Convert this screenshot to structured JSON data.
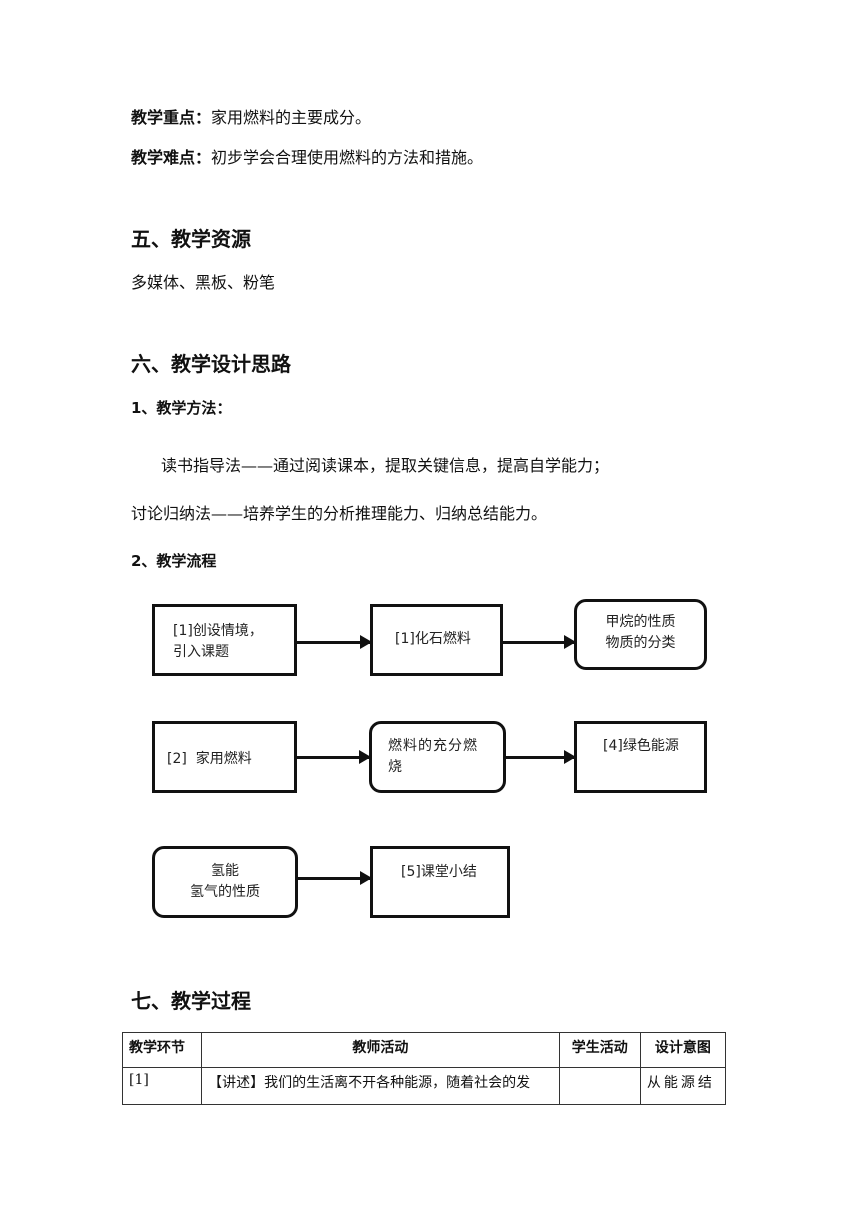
{
  "key_points": {
    "label": "教学重点：",
    "text": "家用燃料的主要成分。"
  },
  "difficult_points": {
    "label": "教学难点：",
    "text": "初步学会合理使用燃料的方法和措施。"
  },
  "section5": {
    "title": "五、教学资源",
    "text": "多媒体、黑板、粉笔"
  },
  "section6": {
    "title": "六、教学设计思路",
    "methods_heading": "1、教学方法：",
    "method1": "读书指导法——通过阅读课本，提取关键信息，提高自学能力；",
    "method2": "讨论归纳法——培养学生的分析推理能力、归纳总结能力。",
    "flow_heading": "2、教学流程"
  },
  "flow": {
    "b1_l1": "[1]创设情境，",
    "b1_l2": "引入课题",
    "b2": "[1]化石燃料",
    "b3_l1": "甲烷的性质",
    "b3_l2": "物质的分类",
    "b4": "[2]  家用燃料",
    "b5_l1": "燃料的充分燃",
    "b5_l2": "烧",
    "b6": "[4]绿色能源",
    "b7_l1": "氢能",
    "b7_l2": "氢气的性质",
    "b8": "[5]课堂小结"
  },
  "section7": {
    "title": "七、教学过程",
    "headers": [
      "教学环节",
      "教师活动",
      "学生活动",
      "设计意图"
    ],
    "row1": [
      "[1]",
      "【讲述】我们的生活离不开各种能源，随着社会的发",
      "",
      "从能源结"
    ]
  }
}
